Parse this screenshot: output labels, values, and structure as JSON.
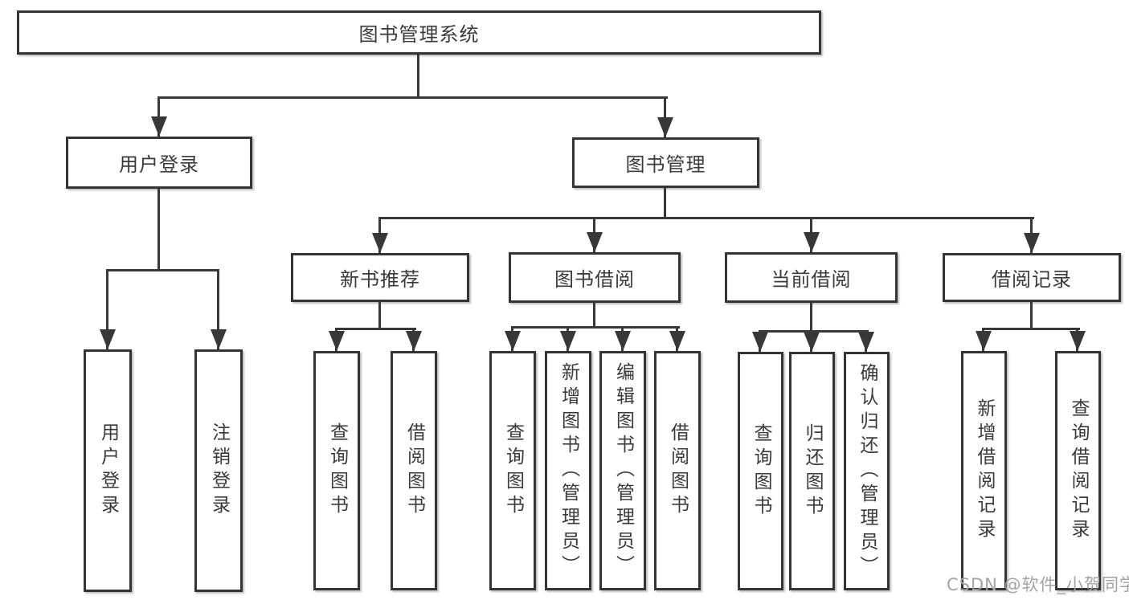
{
  "tree": {
    "root": {
      "label": "图书管理系统"
    },
    "branches": [
      {
        "label": "用户登录",
        "leaves": [
          {
            "label": "用户登录"
          },
          {
            "label": "注销登录"
          }
        ]
      },
      {
        "label": "图书管理",
        "groups": [
          {
            "label": "新书推荐",
            "leaves": [
              {
                "label": "查询图书"
              },
              {
                "label": "借阅图书"
              }
            ]
          },
          {
            "label": "图书借阅",
            "leaves": [
              {
                "label": "查询图书"
              },
              {
                "label": "新增图书（管理员）"
              },
              {
                "label": "编辑图书（管理员）"
              },
              {
                "label": "借阅图书"
              }
            ]
          },
          {
            "label": "当前借阅",
            "leaves": [
              {
                "label": "查询图书"
              },
              {
                "label": "归还图书"
              },
              {
                "label": "确认归还（管理员）"
              }
            ]
          },
          {
            "label": "借阅记录",
            "leaves": [
              {
                "label": "新增借阅记录"
              },
              {
                "label": "查询借阅记录"
              }
            ]
          }
        ]
      }
    ]
  },
  "watermark": "CSDN @软件_小贺同学",
  "colors": {
    "line": "#383838",
    "box_border": "#343434",
    "text": "#3a3a3a",
    "box_background": "#ffffff",
    "page_background": "#ffffff",
    "watermark": "#a3a3a3"
  }
}
